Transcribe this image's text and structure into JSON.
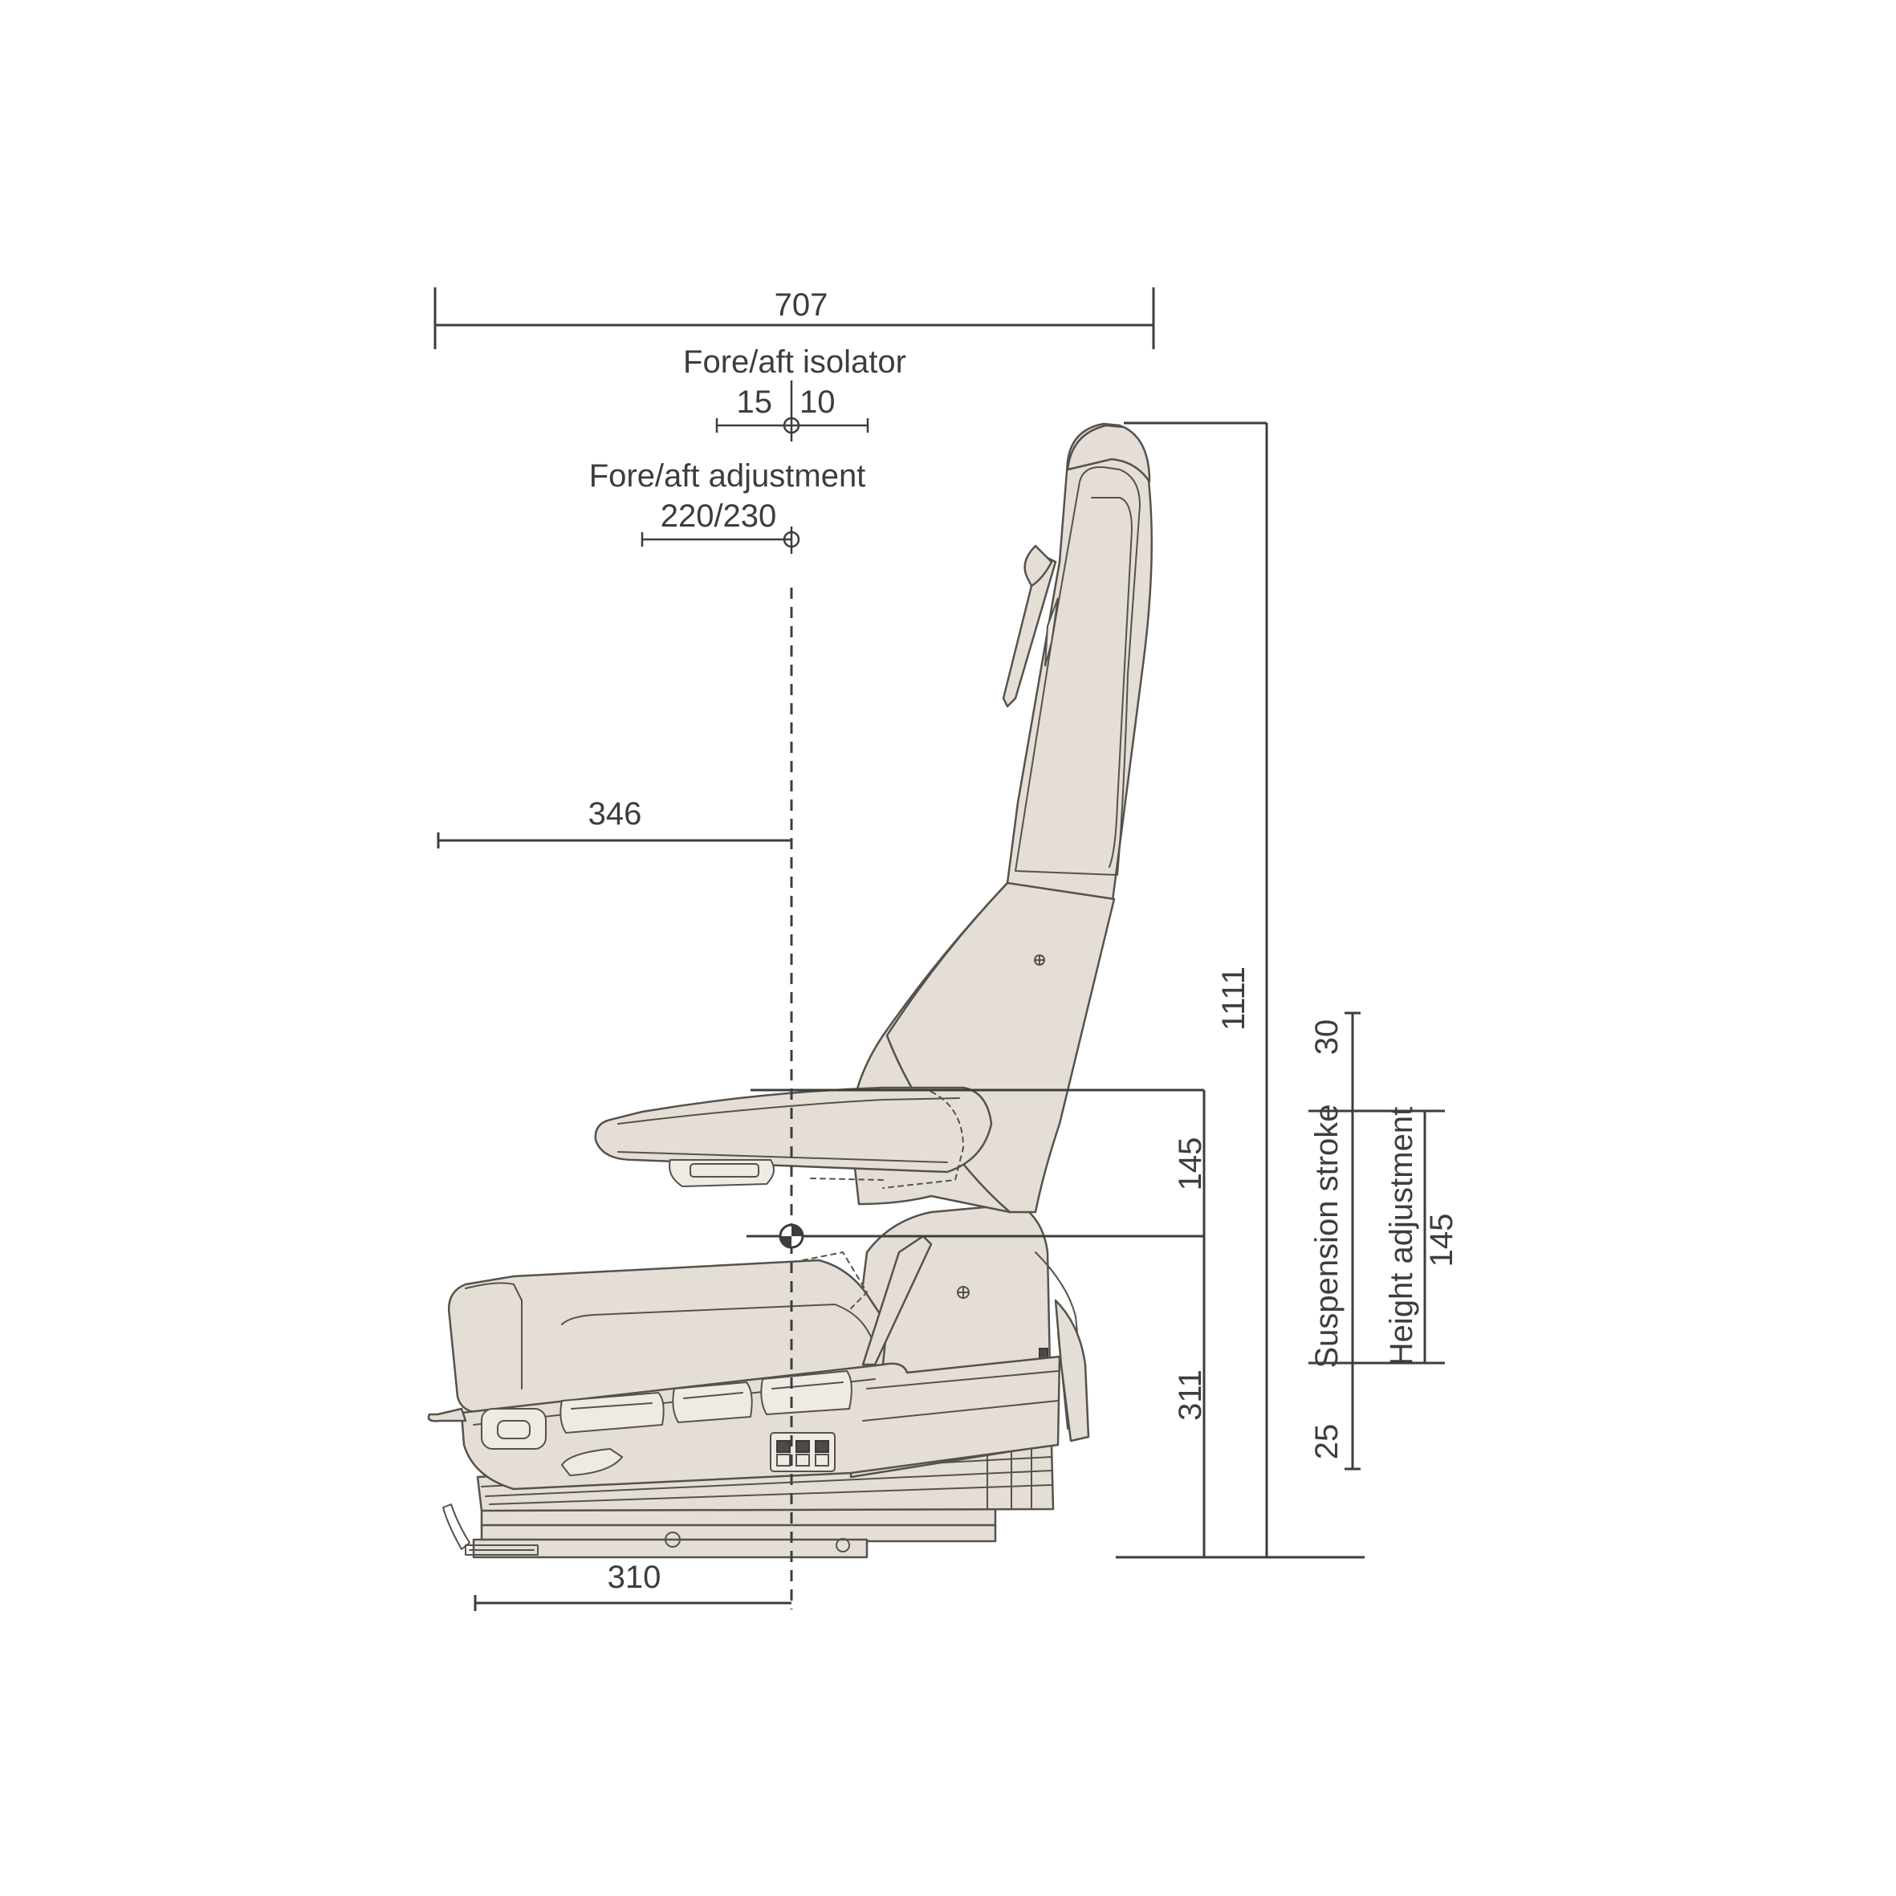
{
  "dimensions": {
    "overall_depth": "707",
    "isolator_label": "Fore/aft isolator",
    "isolator_rear": "15",
    "isolator_front": "10",
    "adjustment_label": "Fore/aft adjustment",
    "adjustment_value": "220/230",
    "sip_to_front": "346",
    "sip_to_rail_front": "310",
    "overall_height": "1111",
    "armrest_height": "145",
    "sip_height": "311",
    "stroke_top": "30",
    "stroke_bottom": "25",
    "suspension_label": "Suspension stroke",
    "height_adj_label": "Height adjustment",
    "height_adj_value": "145"
  },
  "colors": {
    "upholstery": "#e4ded6",
    "outline": "#55524d",
    "dimension": "#3d3d3d"
  }
}
